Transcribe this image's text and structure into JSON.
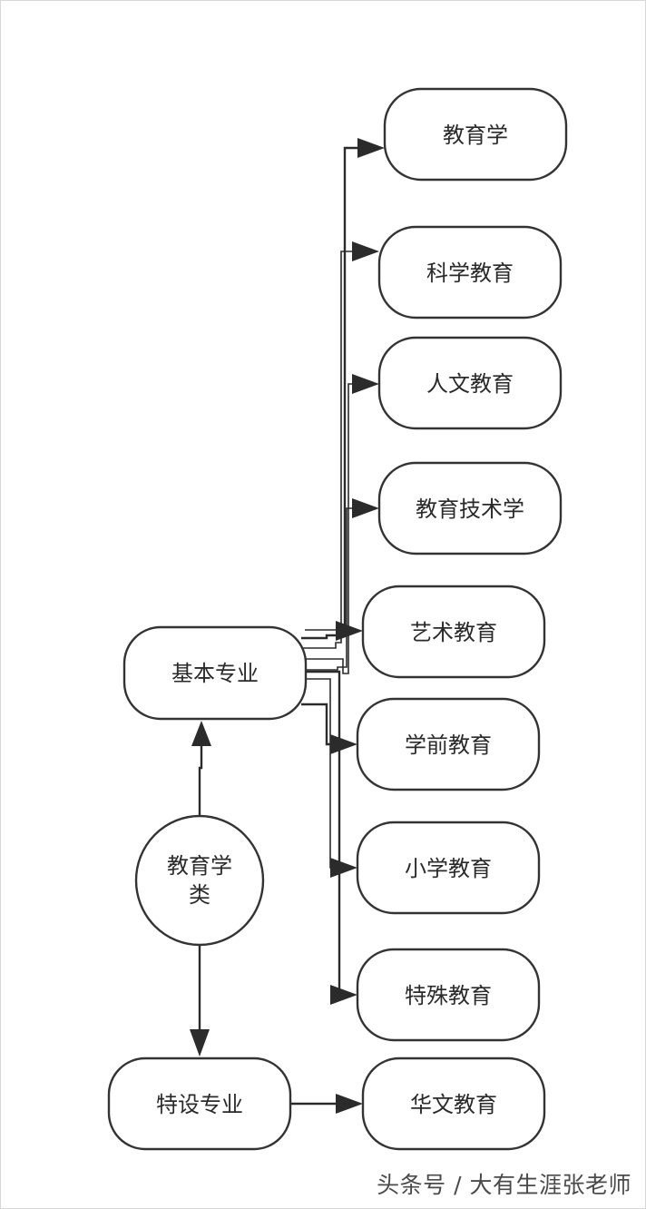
{
  "diagram": {
    "root": {
      "line1": "教育学",
      "line2": "类"
    },
    "basic": {
      "label": "基本专业"
    },
    "special": {
      "label": "特设专业"
    },
    "majors": [
      {
        "label": "教育学"
      },
      {
        "label": "科学教育"
      },
      {
        "label": "人文教育"
      },
      {
        "label": "教育技术学"
      },
      {
        "label": "艺术教育"
      },
      {
        "label": "学前教育"
      },
      {
        "label": "小学教育"
      },
      {
        "label": "特殊教育"
      },
      {
        "label": "华文教育"
      }
    ]
  },
  "watermark": {
    "text": "头条号 / 大有生涯张老师"
  },
  "colors": {
    "stroke": "#333333",
    "text": "#2a2a2a",
    "background": "#ffffff"
  }
}
